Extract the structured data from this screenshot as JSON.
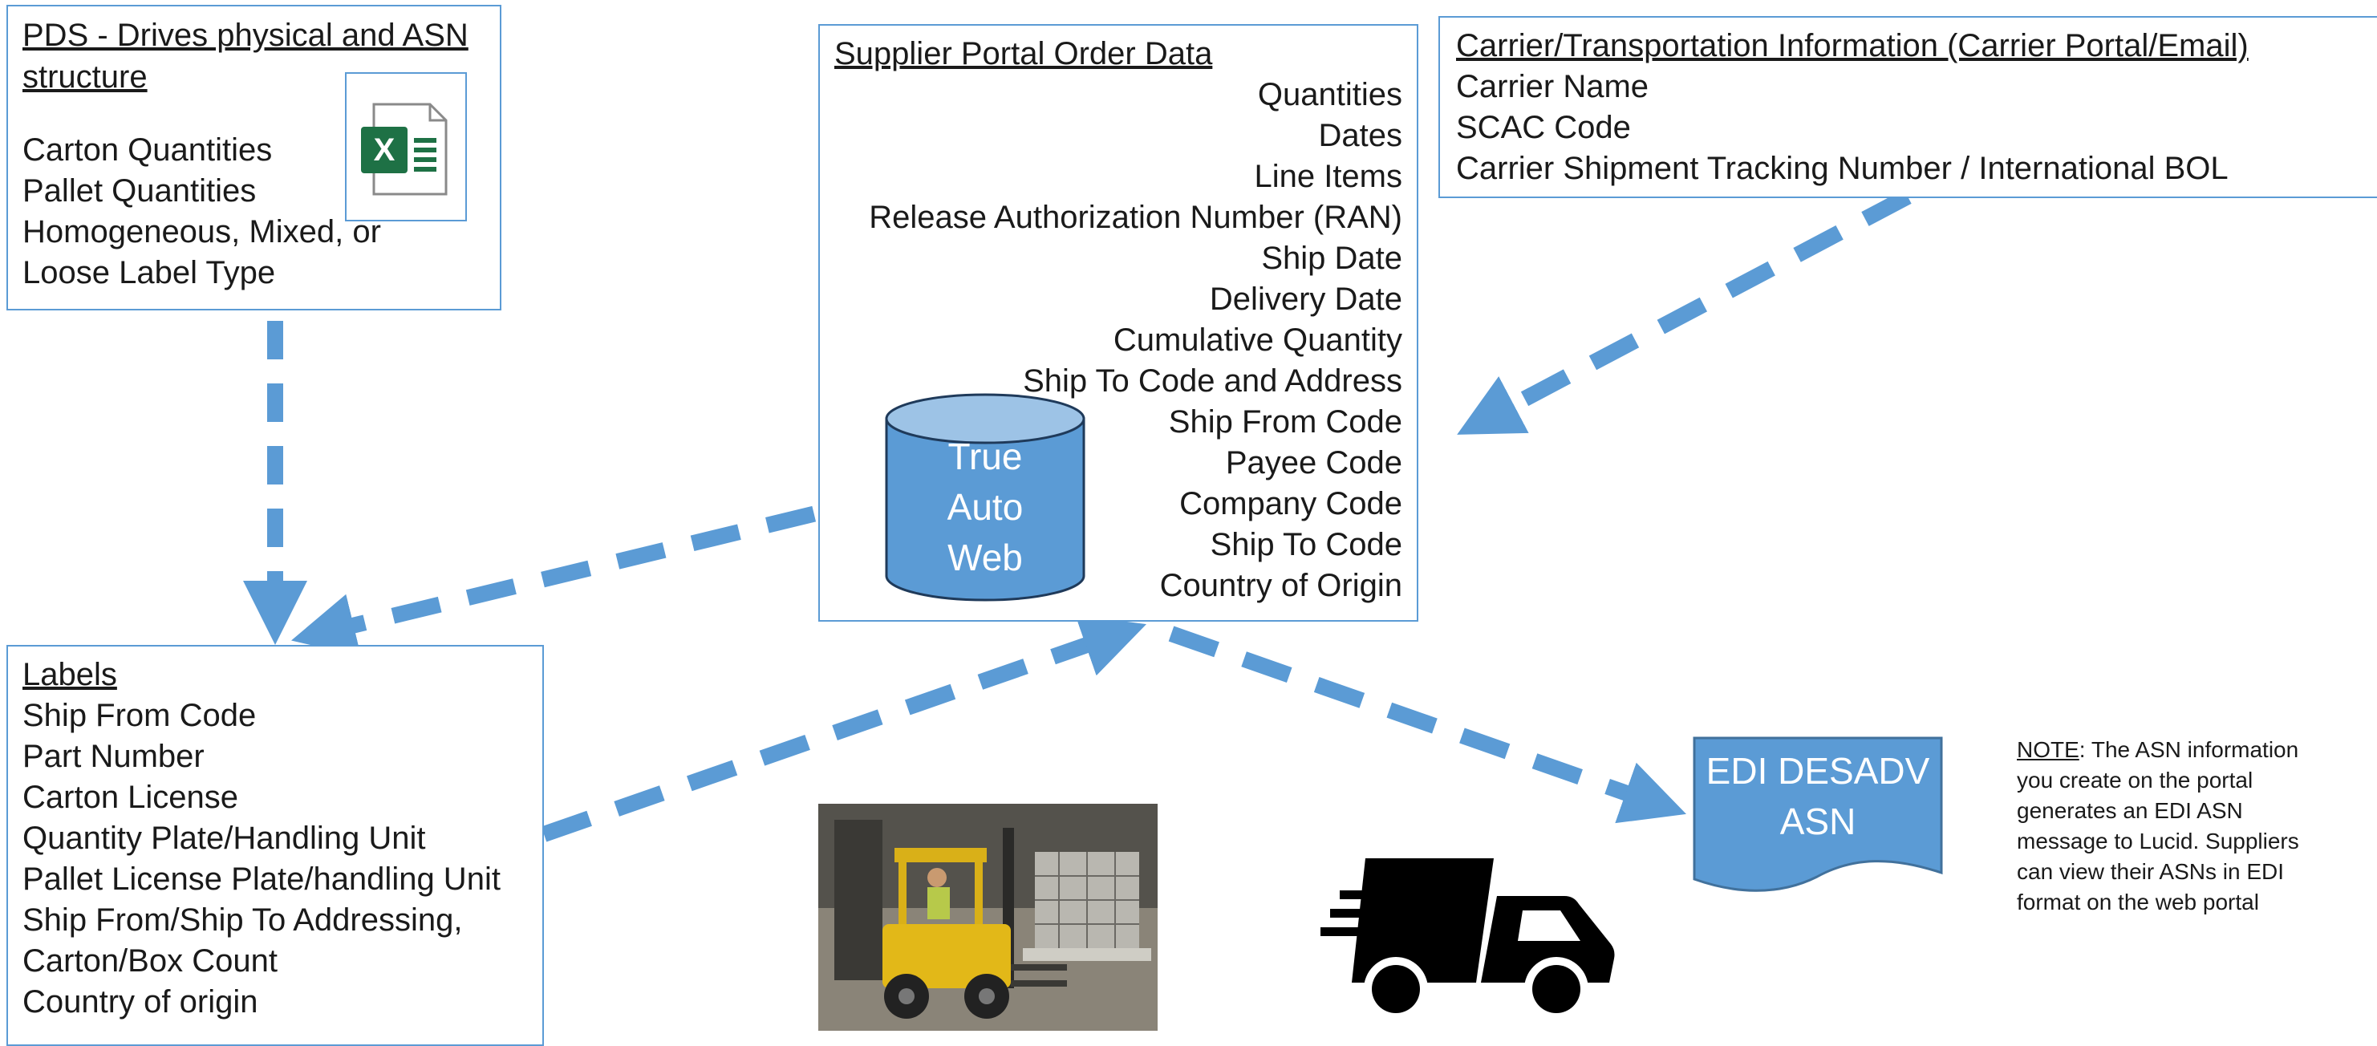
{
  "pds": {
    "title_lines": [
      "PDS - Drives physical and ASN",
      "structure"
    ],
    "items": [
      "Carton Quantities",
      "Pallet Quantities",
      "Homogeneous, Mixed, or",
      "Loose Label Type"
    ]
  },
  "supplier": {
    "title": "Supplier  Portal Order Data",
    "items": [
      "Quantities",
      "Dates",
      "Line Items",
      "Release Authorization Number (RAN)",
      "Ship Date",
      "Delivery Date",
      "Cumulative Quantity",
      "Ship To Code and Address",
      "Ship From Code",
      "Payee Code",
      "Company Code",
      "Ship To Code",
      "Country of Origin"
    ]
  },
  "database": {
    "lines": [
      "True",
      "Auto",
      "Web"
    ]
  },
  "carrier": {
    "title": "Carrier/Transportation Information (Carrier Portal/Email)",
    "items": [
      "Carrier Name",
      "SCAC Code",
      "Carrier Shipment Tracking Number / International BOL"
    ]
  },
  "labels": {
    "title": "Labels",
    "items": [
      "Ship From Code",
      "Part Number",
      "Carton License",
      "Quantity Plate/Handling Unit",
      "Pallet License Plate/handling Unit",
      "Ship From/Ship To Addressing,",
      "Carton/Box Count",
      "Country of origin"
    ]
  },
  "edi": {
    "lines": [
      "EDI DESADV",
      "ASN"
    ]
  },
  "note": {
    "label": "NOTE",
    "text": ":  The ASN information you create on the portal generates an EDI ASN message to Lucid. Suppliers can view their ASNs in EDI format on the web portal"
  },
  "excel": {
    "glyph": "X"
  },
  "colors": {
    "accent": "#5b9bd5",
    "shape_fill": "#5b9bd5",
    "shape_top": "#9dc3e6",
    "excel_green": "#1e7145"
  },
  "icons": [
    "excel-icon",
    "database-cylinder",
    "forklift-photo",
    "delivery-truck-icon"
  ]
}
